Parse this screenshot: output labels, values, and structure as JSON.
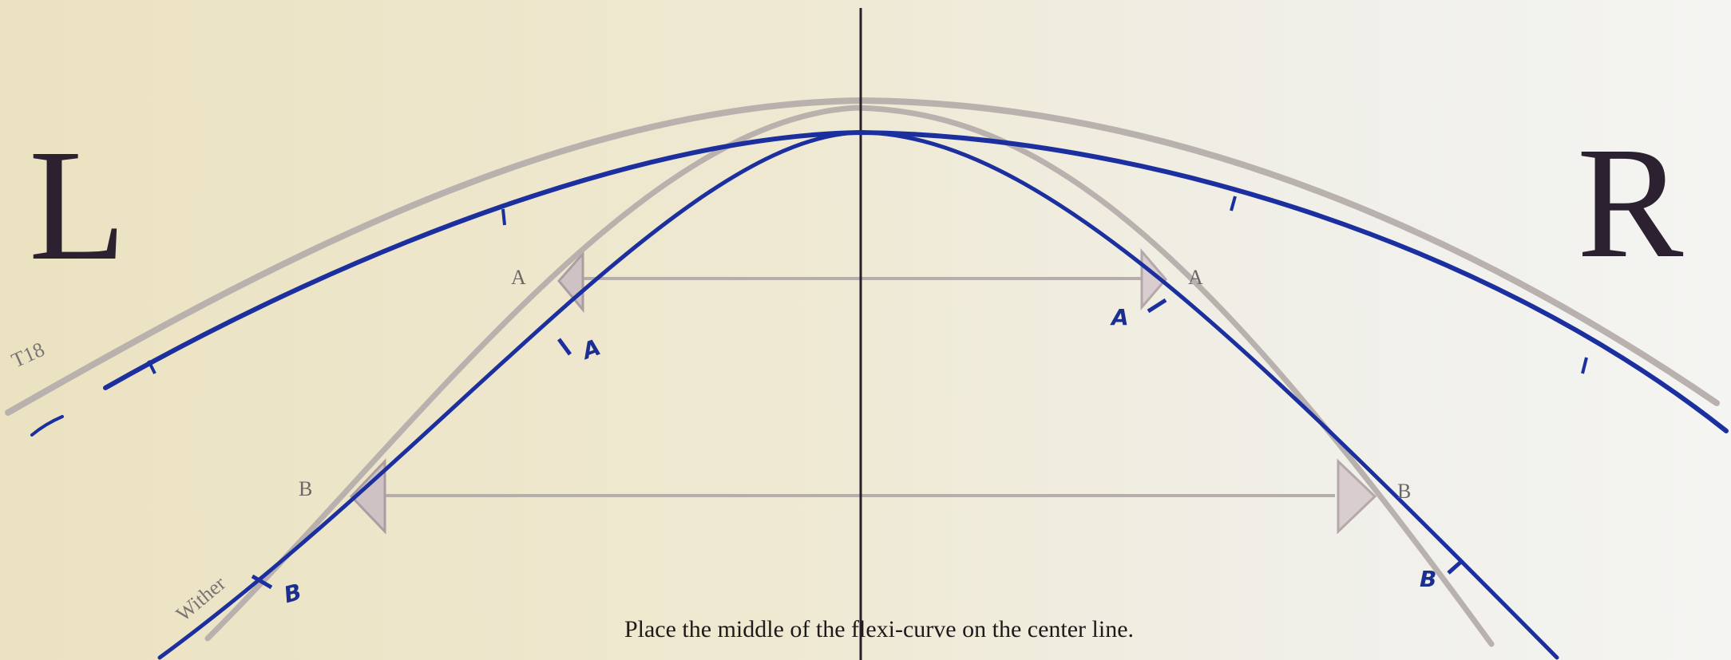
{
  "letters": {
    "left": "L",
    "right": "R"
  },
  "markers": {
    "a_left": "A",
    "a_right": "A",
    "b_left": "B",
    "b_right": "B"
  },
  "curve_labels": {
    "t18": "T18",
    "wither": "Wither"
  },
  "handwritten": {
    "a_left": "A",
    "a_right": "A",
    "b_left": "B",
    "b_right": "B"
  },
  "instruction": "Place the middle of the flexi-curve on the center line.",
  "colors": {
    "paper_left": "#ece4c5",
    "paper_right": "#f1f1ee",
    "printed_curve": "#b7afab",
    "drawn_curve": "#1c2f9e",
    "center_line": "#2a1e28",
    "wedge_fill": "#c8bcc0",
    "text": "#2b2130"
  }
}
